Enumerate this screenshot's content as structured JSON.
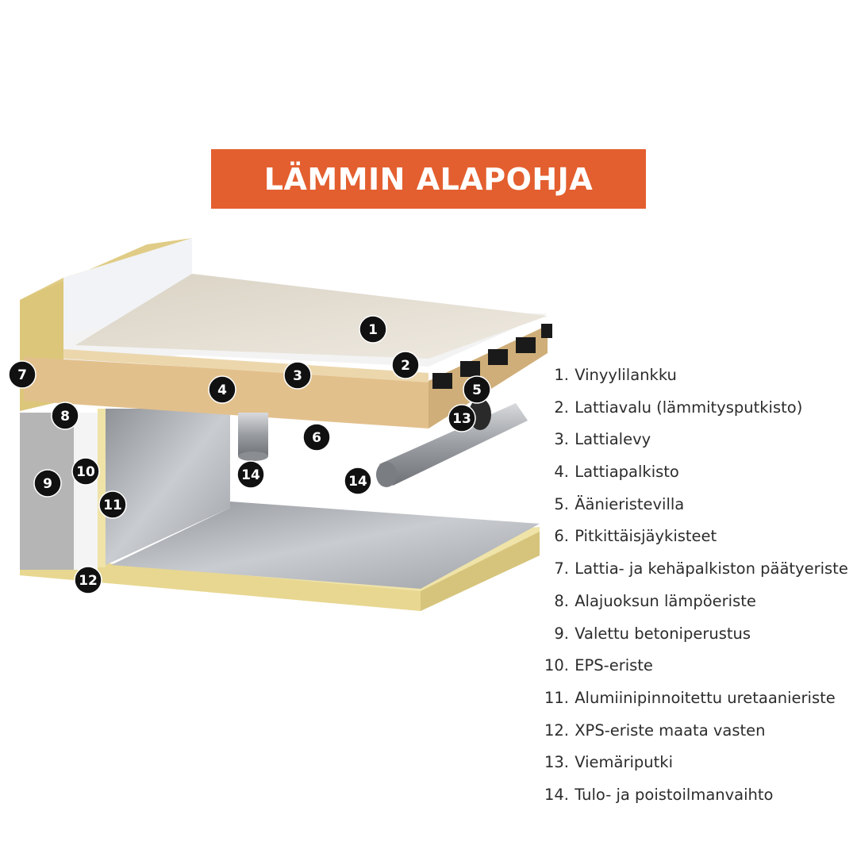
{
  "title": "LÄMMIN ALAPOHJA",
  "colors": {
    "banner": "#e35f2f",
    "marker_fill": "#111111",
    "marker_text": "#ffffff",
    "insulation_yellow": "#efe3a8",
    "wood": "#e4c592",
    "floor_surface": "#e9e3d8",
    "concrete": "#b5b5b5",
    "foil": "#b9bcc0"
  },
  "markers": [
    {
      "label": "1"
    },
    {
      "label": "2"
    },
    {
      "label": "3"
    },
    {
      "label": "4"
    },
    {
      "label": "5"
    },
    {
      "label": "13"
    },
    {
      "label": "6"
    },
    {
      "label": "7"
    },
    {
      "label": "8"
    },
    {
      "label": "9"
    },
    {
      "label": "10"
    },
    {
      "label": "11"
    },
    {
      "label": "12"
    },
    {
      "label": "14"
    },
    {
      "label": "14"
    }
  ],
  "legend": [
    {
      "num": "1.",
      "text": "Vinyylilankku"
    },
    {
      "num": "2.",
      "text": "Lattiavalu (lämmitysputkisto)"
    },
    {
      "num": "3.",
      "text": "Lattialevy"
    },
    {
      "num": "4.",
      "text": "Lattiapalkisto"
    },
    {
      "num": "5.",
      "text": "Äänieristevilla"
    },
    {
      "num": "6.",
      "text": "Pitkittäisjäykisteet"
    },
    {
      "num": "7.",
      "text": "Lattia- ja kehäpalkiston päätyeriste"
    },
    {
      "num": "8.",
      "text": "Alajuoksun lämpöeriste"
    },
    {
      "num": "9.",
      "text": "Valettu betoniperustus"
    },
    {
      "num": "10.",
      "text": "EPS-eriste"
    },
    {
      "num": "11.",
      "text": "Alumiinipinnoitettu uretaanieriste"
    },
    {
      "num": "12.",
      "text": "XPS-eriste maata vasten"
    },
    {
      "num": "13.",
      "text": "Viemäriputki"
    },
    {
      "num": "14.",
      "text": "Tulo- ja poistoilmanvaihto"
    }
  ]
}
